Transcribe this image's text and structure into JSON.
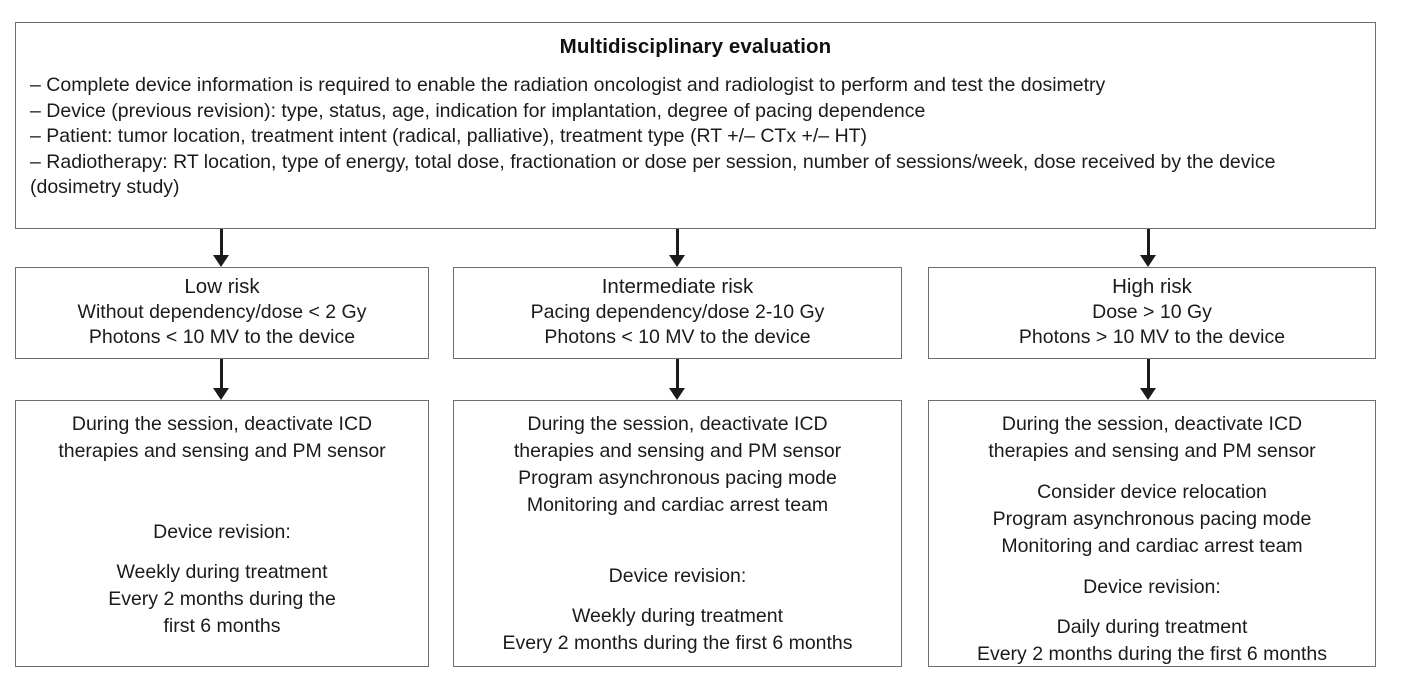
{
  "evaluation": {
    "title": "Multidisciplinary evaluation",
    "lines": [
      "– Complete device information is required to enable the radiation oncologist and radiologist to perform and test the dosimetry",
      "– Device (previous revision): type, status, age, indication for implantation, degree of pacing dependence",
      "– Patient: tumor location, treatment intent (radical, palliative), treatment type (RT +/– CTx +/– HT)",
      "– Radiotherapy: RT location, type of energy, total dose, fractionation or dose per session, number of sessions/week, dose received by the device (dosimetry study)"
    ]
  },
  "risk_levels": [
    {
      "title": "Low risk",
      "criteria": [
        "Without dependency/dose < 2 Gy",
        "Photons < 10 MV to the device"
      ]
    },
    {
      "title": "Intermediate risk",
      "criteria": [
        "Pacing dependency/dose 2-10 Gy",
        "Photons < 10 MV to the device"
      ]
    },
    {
      "title": "High risk",
      "criteria": [
        "Dose > 10 Gy",
        "Photons > 10 MV to the device"
      ]
    }
  ],
  "management": [
    {
      "lines": [
        "During the session, deactivate ICD",
        "therapies and sensing and PM sensor",
        "Device revision:",
        "Weekly during treatment",
        "Every 2 months during the",
        "first 6 months"
      ]
    },
    {
      "lines": [
        "During the session, deactivate ICD",
        "therapies and sensing and PM sensor",
        "Program asynchronous pacing mode",
        "Monitoring and cardiac arrest team",
        "Device revision:",
        "Weekly during treatment",
        "Every 2 months during the first 6 months"
      ]
    },
    {
      "lines": [
        "During the session, deactivate ICD",
        "therapies and sensing and PM sensor",
        "Consider device relocation",
        "Program asynchronous pacing mode",
        "Monitoring and cardiac arrest team",
        "Device revision:",
        "Daily during treatment",
        "Every 2 months during the first 6 months"
      ]
    }
  ],
  "colors": {
    "border": "#6e6e6e",
    "text": "#1b1b1b",
    "arrow": "#1b1b1b",
    "background": "#ffffff"
  }
}
